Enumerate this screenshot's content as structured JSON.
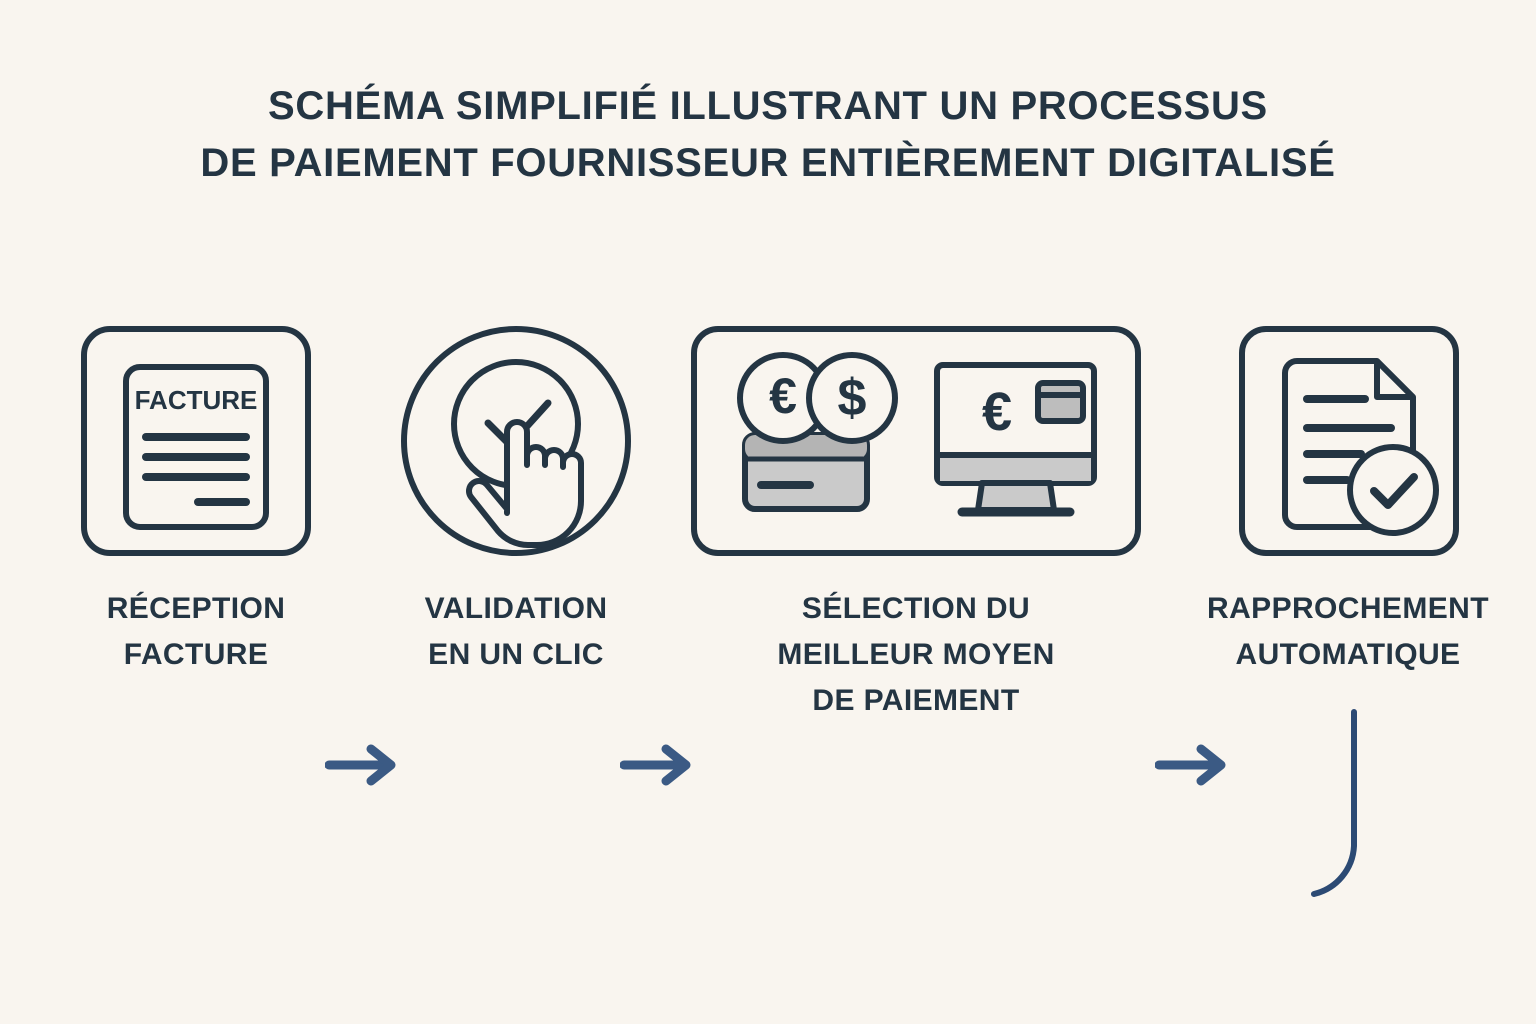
{
  "page": {
    "background_color": "#f9f5ef",
    "ink_color": "#243543",
    "accent_color": "#3b5a84",
    "gray_fill": "#bcbcbc",
    "gray_fill_light": "#cccccc"
  },
  "title": {
    "line1": "SCHÉMA SIMPLIFIÉ ILLUSTRANT UN PROCESSUS",
    "line2": "DE PAIEMENT FOURNISSEUR ENTIÈREMENT DIGITALISÉ"
  },
  "flow": {
    "steps": [
      {
        "id": "reception-facture",
        "icon": "invoice-document-icon",
        "document_heading": "FACTURE",
        "label_lines": [
          "RÉCEPTION",
          "FACTURE"
        ]
      },
      {
        "id": "validation-un-clic",
        "icon": "check-circle-click-icon",
        "label_lines": [
          "VALIDATION",
          "EN UN CLIC"
        ]
      },
      {
        "id": "selection-moyen-paiement",
        "icon": "payment-methods-icon",
        "coin_symbols": [
          "€",
          "$"
        ],
        "screen_symbol": "€",
        "label_lines": [
          "SÉLECTION DU",
          "MEILLEUR MOYEN",
          "DE PAIEMENT"
        ]
      },
      {
        "id": "rapprochement-automatique",
        "icon": "document-verified-icon",
        "label_lines": [
          "RAPPROCHEMENT",
          "AUTOMATIQUE"
        ]
      }
    ],
    "arrows": [
      {
        "id": "arrow-1",
        "direction": "right"
      },
      {
        "id": "arrow-2",
        "direction": "right"
      },
      {
        "id": "arrow-3",
        "direction": "right"
      }
    ]
  },
  "decoration": {
    "tail_stroke": "j-hook-stroke"
  }
}
